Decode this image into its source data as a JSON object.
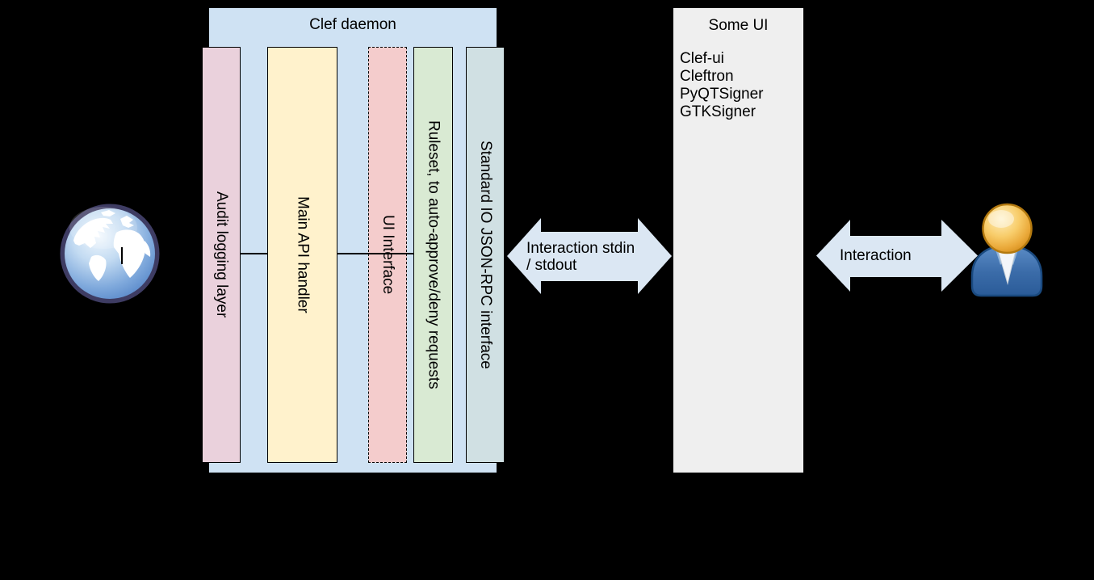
{
  "diagram": {
    "background_color": "#000000",
    "daemon": {
      "title": "Clef daemon",
      "box_color": "#cfe2f3",
      "columns": [
        {
          "label": "Audit logging layer",
          "color": "#ead1dc",
          "border": "solid"
        },
        {
          "label": "Main API handler",
          "color": "#fff2cc",
          "border": "solid"
        },
        {
          "label": "UI Interface",
          "color": "#f4cccc",
          "border": "dashed"
        },
        {
          "label": "Ruleset, to auto-approve/deny requests",
          "color": "#d9ead3",
          "border": "solid"
        },
        {
          "label": "Standard IO JSON-RPC interface",
          "color": "#d0e0e3",
          "border": "solid"
        }
      ]
    },
    "some_ui": {
      "title": "Some UI",
      "box_color": "#efefef",
      "items": [
        "Clef-ui",
        "Cleftron",
        "PyQTSigner",
        "GTKSigner"
      ]
    },
    "arrows": {
      "fill_color": "#dbe7f3",
      "stdio": {
        "line1": "Interaction stdin",
        "line2": "/ stdout"
      },
      "user": {
        "label": "Interaction"
      }
    },
    "icons": {
      "left": "globe-icon",
      "right": "person-icon"
    }
  }
}
